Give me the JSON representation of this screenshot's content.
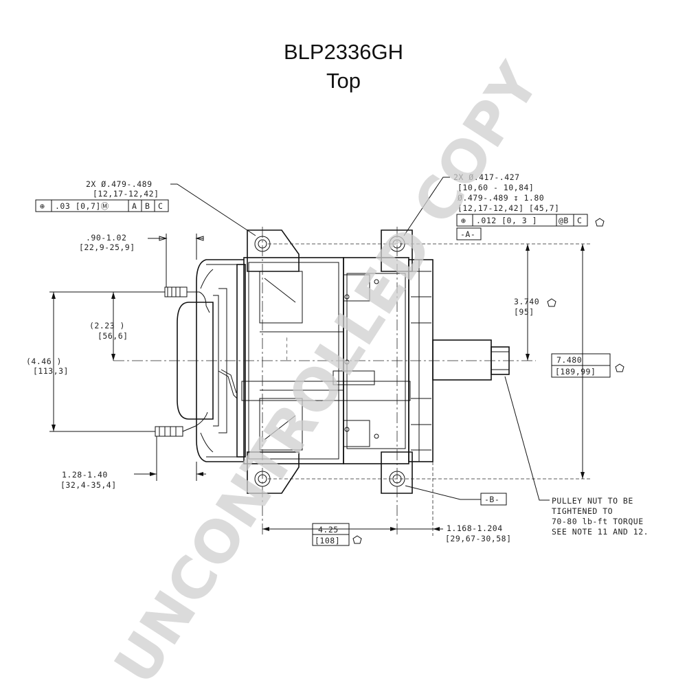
{
  "title": "BLP2336GH",
  "subtitle": "Top",
  "watermark": "UNCONTROLLED COPY",
  "callouts": {
    "top_left_hole": [
      "2X Ø.479-.489",
      "[12,17-12,42]"
    ],
    "top_left_fcf": [
      "⊕",
      ".03 [0,7]Ⓜ",
      "A",
      "B",
      "C"
    ],
    "top_right_hole": [
      "2X Ø.417-.427",
      "[10,60 - 10,84]",
      "Ø.479-.489 ↧ 1.80",
      "[12,17-12,42]  [45,7]"
    ],
    "top_right_fcf": [
      "⊕",
      ".012 [0, 3 ]",
      "@B",
      "C"
    ],
    "datum_a": "-A-",
    "datum_b": "-B-",
    "pulley_note": [
      "PULLEY NUT TO BE",
      "TIGHTENED TO",
      "70-80 lb-ft TORQUE",
      "SEE NOTE 11 AND 12."
    ]
  },
  "dimensions": {
    "terminal_offset": [
      ".90-1.02",
      "[22,9-25,9]"
    ],
    "half_terminal_spacing": [
      "(2.23  )",
      "[56,6]"
    ],
    "terminal_spacing": [
      "(4.46  )",
      "[113,3]"
    ],
    "lower_terminal": [
      "1.28-1.40",
      "[32,4-35,4]"
    ],
    "mount_to_center": [
      "3.740",
      "[95]"
    ],
    "mount_spacing_vertical": [
      "7.480",
      "[189,99]"
    ],
    "mount_spacing_horizontal": [
      "4.25",
      "[108]"
    ],
    "mount_to_face": [
      "1.168-1.204",
      "[29,67-30,58]"
    ]
  }
}
